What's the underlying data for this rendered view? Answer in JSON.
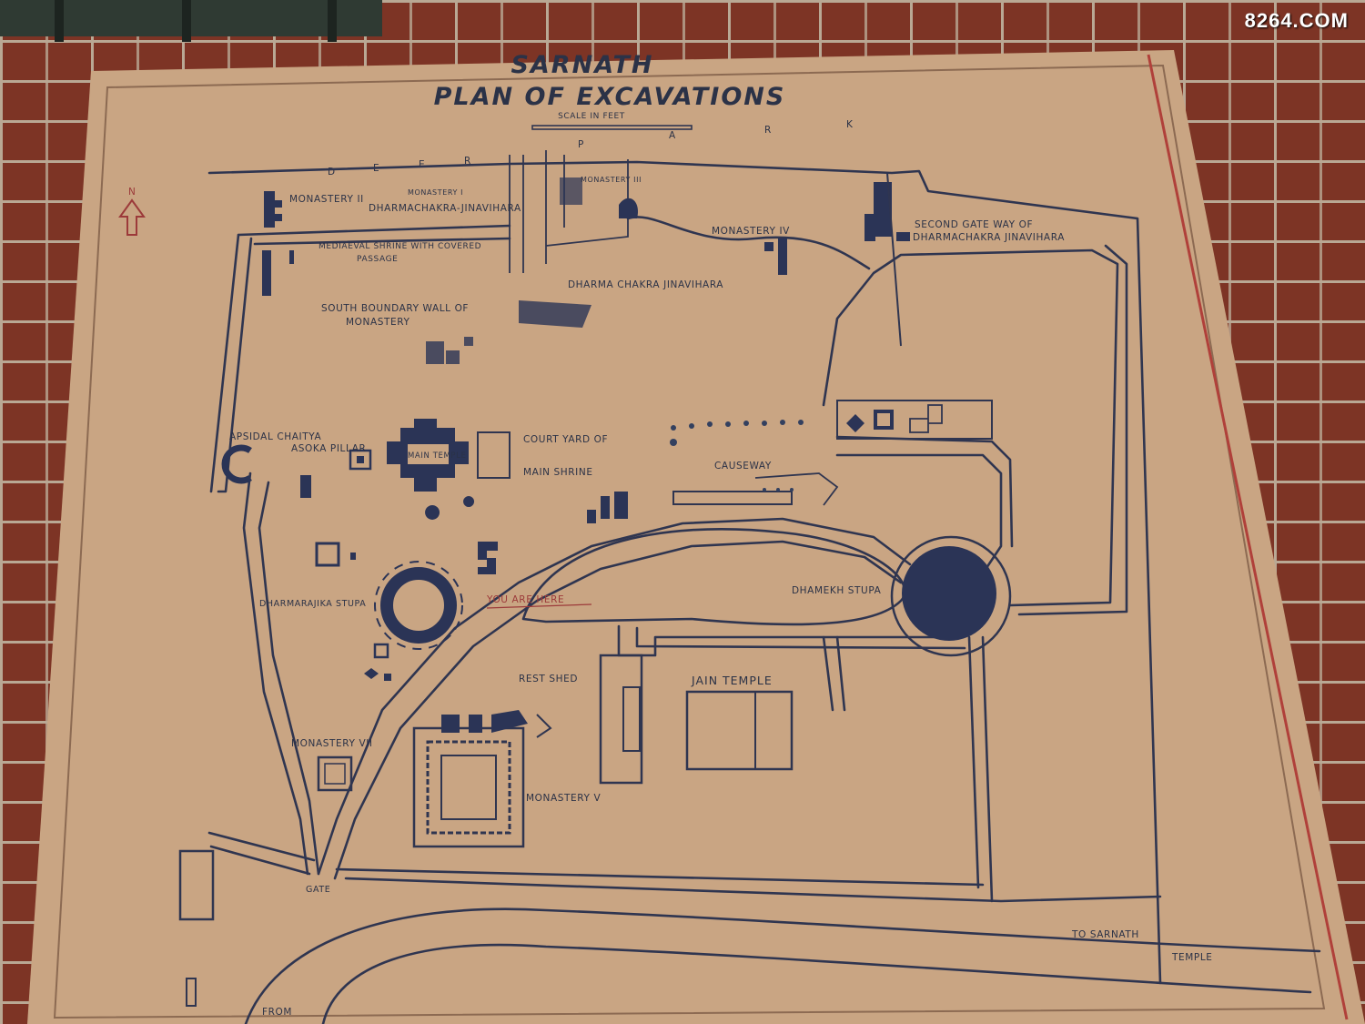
{
  "watermark": "8264.COM",
  "board": {
    "title_line1": "SARNATH",
    "title_line2": "PLAN OF EXCAVATIONS",
    "scale_label": "SCALE IN FEET",
    "deer_park": [
      "D",
      "E",
      "E",
      "R",
      "P",
      "A",
      "R",
      "K"
    ],
    "north_marker": "N",
    "colors": {
      "board": "#c9a583",
      "ink": "#2b3456",
      "red_text": "#9c3a3a",
      "wall": "#7d3425"
    }
  },
  "labels": {
    "monastery_2": "MONASTERY II",
    "monastery_1": "MONASTERY I",
    "monastery_3": "MONASTERY III",
    "dharmachakra_jinavihara_top": "DHARMACHAKRA-JINAVIHARA",
    "medieval_shrine": "MEDIAEVAL SHRINE WITH COVERED",
    "passage": "PASSAGE",
    "monastery_4": "MONASTERY IV",
    "second_gateway_1": "SECOND GATE WAY OF",
    "second_gateway_2": "DHARMACHAKRA JINAVIHARA",
    "dharmachakra_jinavihara_mid": "DHARMA CHAKRA JINAVIHARA",
    "south_boundary_1": "SOUTH BOUNDARY WALL OF",
    "south_boundary_2": "MONASTERY",
    "apsidal_chaitya": "APSIDAL CHAITYA",
    "asoka_pillar": "ASOKA PILLAR",
    "main_temple": "MAIN TEMPLE",
    "court_yard": "COURT YARD OF",
    "main_shrine": "MAIN SHRINE",
    "causeway": "CAUSEWAY",
    "dharmarajika_stupa": "DHARMARAJIKA STUPA",
    "you_are_here": "YOU ARE HERE",
    "dhamekh_stupa": "DHAMEKH STUPA",
    "rest_shed": "REST SHED",
    "jain_temple": "JAIN TEMPLE",
    "monastery_7": "MONASTERY VII",
    "monastery_5": "MONASTERY V",
    "gate": "GATE",
    "to_sarnath_temple_1": "TO SARNATH",
    "to_sarnath_temple_2": "TEMPLE",
    "from": "FROM"
  }
}
